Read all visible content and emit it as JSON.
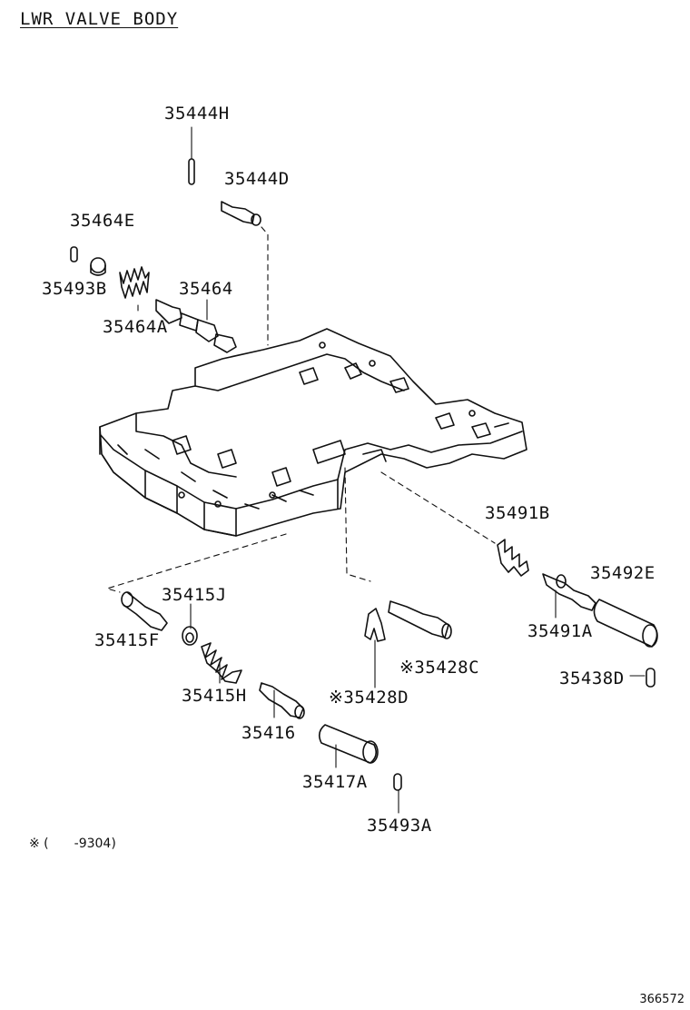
{
  "title": "LWR VALVE BODY",
  "parts": {
    "p35444H": "35444H",
    "p35444D": "35444D",
    "p35464E": "35464E",
    "p35493B": "35493B",
    "p35464": "35464",
    "p35464A": "35464A",
    "p35491B": "35491B",
    "p35492E": "35492E",
    "p35491A": "35491A",
    "p35438D": "35438D",
    "p35415J": "35415J",
    "p35415F": "35415F",
    "p35415H": "35415H",
    "p35416": "35416",
    "p35428C": "※35428C",
    "p35428D": "※35428D",
    "p35417A": "35417A",
    "p35493A": "35493A"
  },
  "footnote": "※ (　　-9304)",
  "document_number": "366572"
}
